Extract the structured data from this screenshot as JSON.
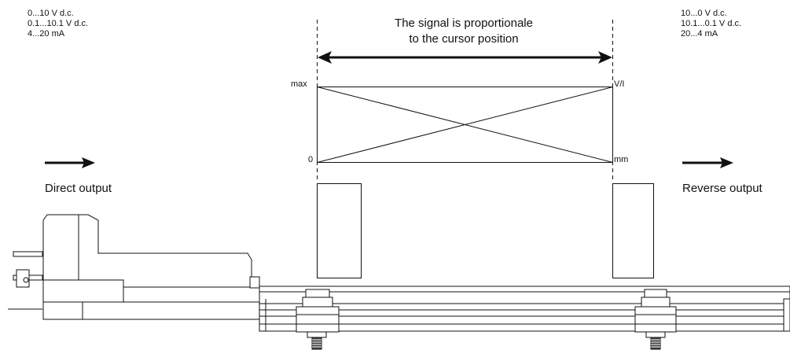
{
  "left_spec": {
    "lines": [
      "0...10 V d.c.",
      "0.1...10.1 V d.c.",
      "4...20 mA"
    ]
  },
  "right_spec": {
    "lines": [
      "10...0 V d.c.",
      "10.1...0.1 V d.c.",
      "20...4 mA"
    ]
  },
  "caption": {
    "line1": "The signal is proportionale",
    "line2": "to the cursor position"
  },
  "graph": {
    "max_label": "max",
    "zero_label": "0",
    "v_i_label": "V/I",
    "mm_label": "mm"
  },
  "direct_output": {
    "label": "Direct output"
  },
  "reverse_output": {
    "label": "Reverse output"
  },
  "colors": {
    "ink": "#111111",
    "body_fill": "#ffffff",
    "shade": "#cfcfcf"
  }
}
